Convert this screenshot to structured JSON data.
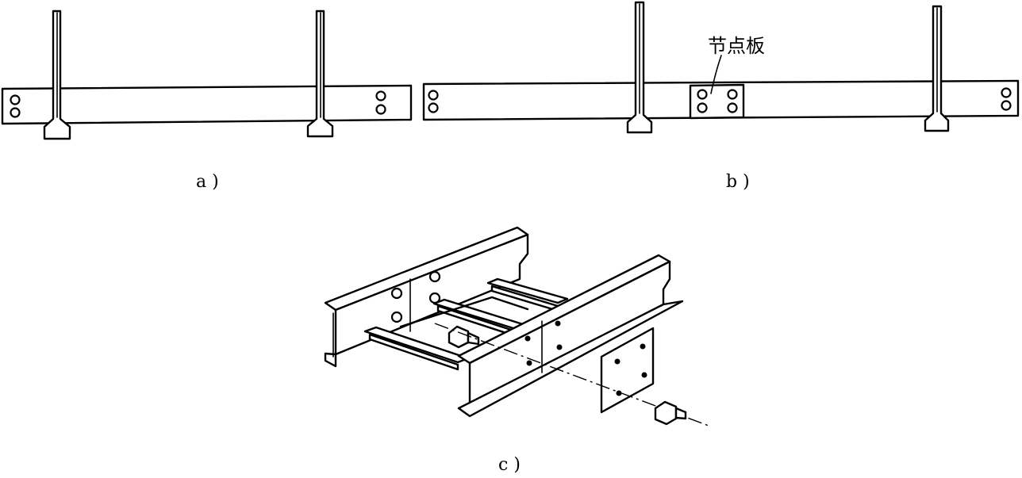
{
  "figure": {
    "panel_a": {
      "label": "a )"
    },
    "panel_b": {
      "label": "b )",
      "callout": "节点板"
    },
    "panel_c": {
      "label": "c )"
    }
  }
}
